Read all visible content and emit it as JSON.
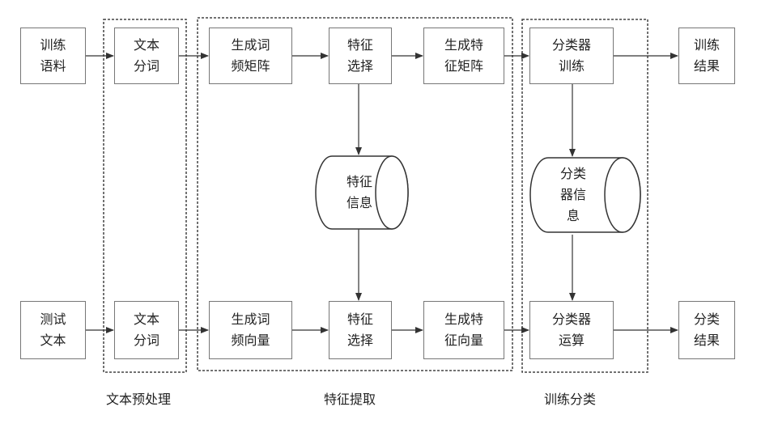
{
  "nodes": {
    "train_corpus": [
      "训练",
      "语料"
    ],
    "train_segment": [
      "文本",
      "分词"
    ],
    "train_term_matrix": [
      "生成词",
      "频矩阵"
    ],
    "train_feature_select": [
      "特征",
      "选择"
    ],
    "train_feature_matrix": [
      "生成特",
      "征矩阵"
    ],
    "classifier_train": [
      "分类器",
      "训练"
    ],
    "train_result": [
      "训练",
      "结果"
    ],
    "feature_info": [
      "特征",
      "信息"
    ],
    "classifier_info": [
      "分类",
      "器信",
      "息"
    ],
    "test_text": [
      "测试",
      "文本"
    ],
    "test_segment": [
      "文本",
      "分词"
    ],
    "test_term_vector": [
      "生成词",
      "频向量"
    ],
    "test_feature_select": [
      "特征",
      "选择"
    ],
    "test_feature_vector": [
      "生成特",
      "征向量"
    ],
    "classifier_run": [
      "分类器",
      "运算"
    ],
    "classify_result": [
      "分类",
      "结果"
    ]
  },
  "groups": {
    "preprocess": "文本预处理",
    "feature_extract": "特征提取",
    "train_classify": "训练分类"
  }
}
